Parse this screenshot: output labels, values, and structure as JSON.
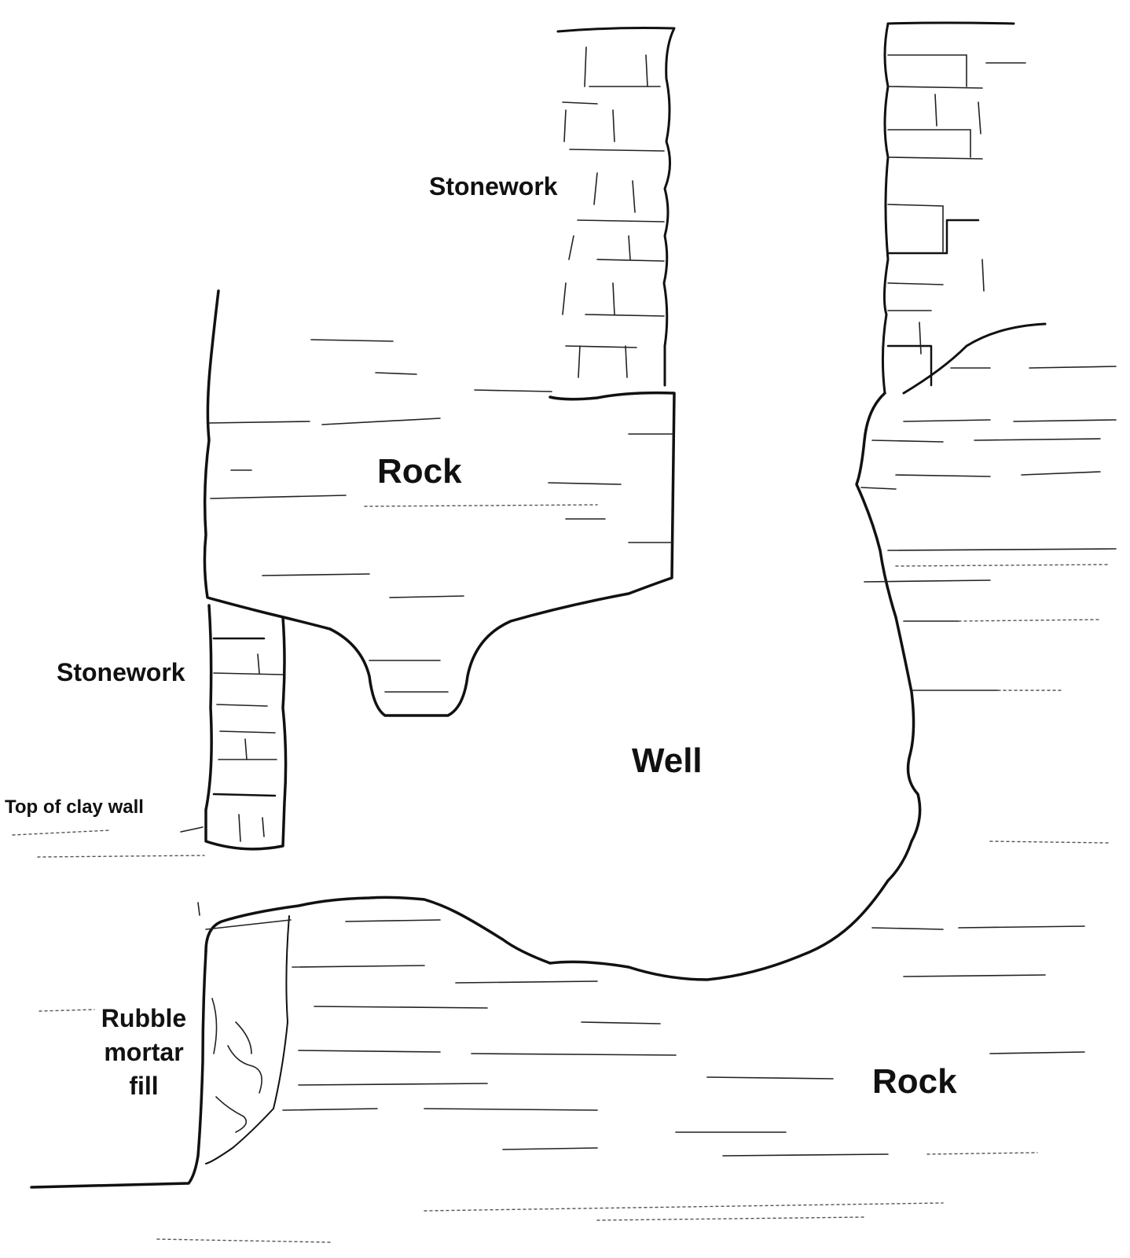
{
  "labels": {
    "stonework_upper": "Stonework",
    "rock_upper": "Rock",
    "stonework_left": "Stonework",
    "well": "Well",
    "top_of_clay_wall": "Top of clay wall",
    "rubble_line1": "Rubble",
    "rubble_line2": "mortar",
    "rubble_line3": "fill",
    "rock_lower": "Rock"
  },
  "colors": {
    "ink": "#111111",
    "background": "#ffffff"
  }
}
